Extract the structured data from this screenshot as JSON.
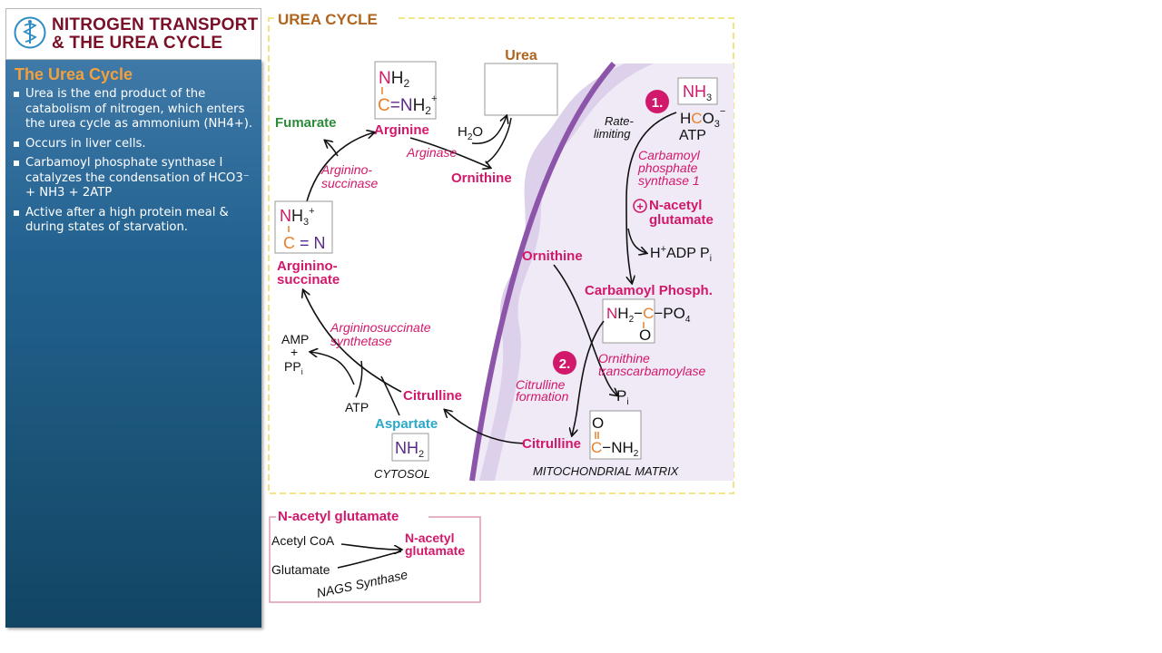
{
  "header": {
    "title": "NITROGEN TRANSPORT\n& THE UREA CYCLE"
  },
  "sidebar": {
    "heading": "The Urea Cycle",
    "bullets": [
      "Urea is the end product of the catabolism of nitrogen, which enters the urea cycle as  ammonium (NH4+).",
      "Occurs in liver cells.",
      "Carbamoyl phosphate synthase I catalyzes the condensation of HCO3⁻ + NH3 + 2ATP",
      "Active after a high protein meal & during states of starvation."
    ]
  },
  "diagram": {
    "section_title": "UREA CYCLE",
    "urea": "Urea",
    "arginine": "Arginine",
    "fumarate": "Fumarate",
    "arginase": "Arginase",
    "water": "H",
    "water_sub": "2",
    "water_o": "O",
    "ornithine_cyto": "Ornithine",
    "arginino_succinase_1": "Arginino-",
    "arginino_succinase_2": "succinase",
    "argininosuccinate_1": "Arginino-",
    "argininosuccinate_2": "succinate",
    "as_synthetase_1": "Argininosuccinate",
    "as_synthetase_2": "synthetase",
    "amp": "AMP",
    "plus": "+",
    "ppi": "PP",
    "ppi_sub": "i",
    "atp_cyto": "ATP",
    "citrulline_cyto": "Citrulline",
    "aspartate": "Aspartate",
    "aspartate_nh2": "NH",
    "aspartate_nh2_sub": "2",
    "cytosol": "CYTOSOL",
    "mito_matrix": "MITOCHONDRIAL MATRIX",
    "step1_number": "1.",
    "rate_limiting_1": "Rate-",
    "rate_limiting_2": "limiting",
    "nh3_input": "NH",
    "nh3_input_sub": "3",
    "hco3_h": "H",
    "hco3_c": "C",
    "hco3_o": "O",
    "hco3_sub": "3",
    "hco3_charge": "−",
    "atp_mito": "ATP",
    "cps1_1": "Carbamoyl",
    "cps1_2": "phosphate",
    "cps1_3": "synthase 1",
    "activator_symbol": "+",
    "nag_1": "N-acetyl",
    "nag_2": "glutamate",
    "products": "H",
    "products_plus": "+",
    "products_adp": "ADP P",
    "products_sub": "i",
    "ornithine_mito": "Ornithine",
    "carbamoyl_phosph": "Carbamoyl Phosph.",
    "cp_n": "N",
    "cp_h2": "H",
    "cp_h2_sub": "2",
    "cp_dash": "−",
    "cp_c": "C",
    "cp_po4": "−PO",
    "cp_po4_sub": "4",
    "cp_o": "O",
    "otc_1": "Ornithine",
    "otc_2": "transcarbamoylase",
    "step2_number": "2.",
    "cit_formation_1": "Citrulline",
    "cit_formation_2": "formation",
    "pi": "P",
    "pi_sub": "i",
    "citrulline_mito": "Citrulline",
    "cit_o": "O",
    "cit_c": "C",
    "cit_nh2": "−NH",
    "cit_nh2_sub": "2",
    "arg_n": "N",
    "arg_h2": "H",
    "arg_h2_sub": "2",
    "arg_c": "C",
    "arg_eq": "=N",
    "arg_h2b": "H",
    "arg_h2b_sub": "2",
    "arg_plus": "+",
    "as_n": "N",
    "as_h3": "H",
    "as_h3_sub": "3",
    "as_plus": "+",
    "as_c": "C",
    "as_eqn": " = N"
  },
  "nag_box": {
    "title": "N-acetyl glutamate",
    "acetyl_coa": "Acetyl CoA",
    "glutamate": "Glutamate",
    "product_1": "N-acetyl",
    "product_2": "glutamate",
    "enzyme": "NAGS Synthase"
  },
  "colors": {
    "magenta": "#d2186b",
    "green": "#2e8b3a",
    "orange": "#e8812a",
    "brown": "#b0651e",
    "purple_n": "#5a2a8a",
    "teal": "#2aa8c8",
    "yellow_border": "#f2e07a",
    "membrane": "#8c55aa"
  }
}
